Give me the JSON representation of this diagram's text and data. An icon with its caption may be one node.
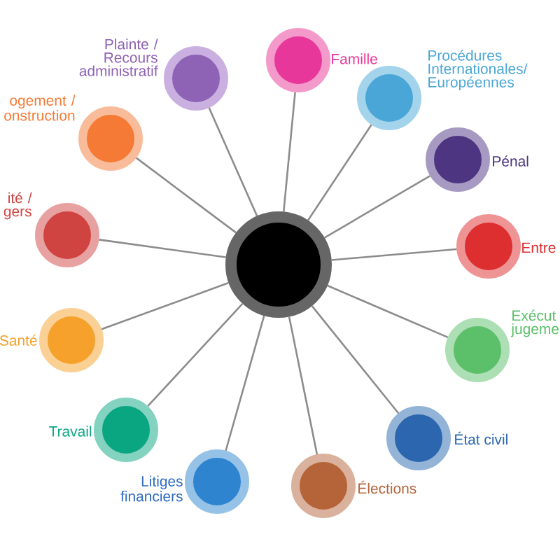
{
  "diagram": {
    "nodes": [
      {
        "text": [],
        "shape": "circle"
      },
      {
        "text": [
          "Plainte / Recours administratif"
        ]
      },
      {
        "text": [
          "Famille"
        ]
      },
      {
        "text": [
          "Procédures Internationales/ Européennes"
        ]
      },
      {
        "text": [
          "Pénal"
        ]
      },
      {
        "text": [
          "Entre"
        ]
      },
      {
        "text": [
          "Exécut jugeme"
        ]
      },
      {
        "text": [
          "État civil"
        ]
      },
      {
        "text": [
          "Élections"
        ]
      },
      {
        "text": [
          "Litiges financiers"
        ]
      },
      {
        "text": [
          "Travail"
        ]
      },
      {
        "text": [
          "Santé"
        ]
      },
      {
        "text": [
          "ité / gers"
        ]
      },
      {
        "text": [
          "ogement / onstruction"
        ]
      }
    ],
    "edges": [
      {
        "from": 0,
        "to": 1,
        "arrow": "none"
      },
      {
        "from": 0,
        "to": 2,
        "arrow": "none"
      },
      {
        "from": 0,
        "to": 3,
        "arrow": "none"
      },
      {
        "from": 0,
        "to": 4,
        "arrow": "none"
      },
      {
        "from": 0,
        "to": 5,
        "arrow": "none"
      },
      {
        "from": 0,
        "to": 6,
        "arrow": "none"
      },
      {
        "from": 0,
        "to": 7,
        "arrow": "none"
      },
      {
        "from": 0,
        "to": 8,
        "arrow": "none"
      },
      {
        "from": 0,
        "to": 9,
        "arrow": "none"
      },
      {
        "from": 0,
        "to": 10,
        "arrow": "none"
      },
      {
        "from": 0,
        "to": 11,
        "arrow": "none"
      },
      {
        "from": 0,
        "to": 12,
        "arrow": "none"
      },
      {
        "from": 0,
        "to": 13,
        "arrow": "none"
      }
    ]
  }
}
